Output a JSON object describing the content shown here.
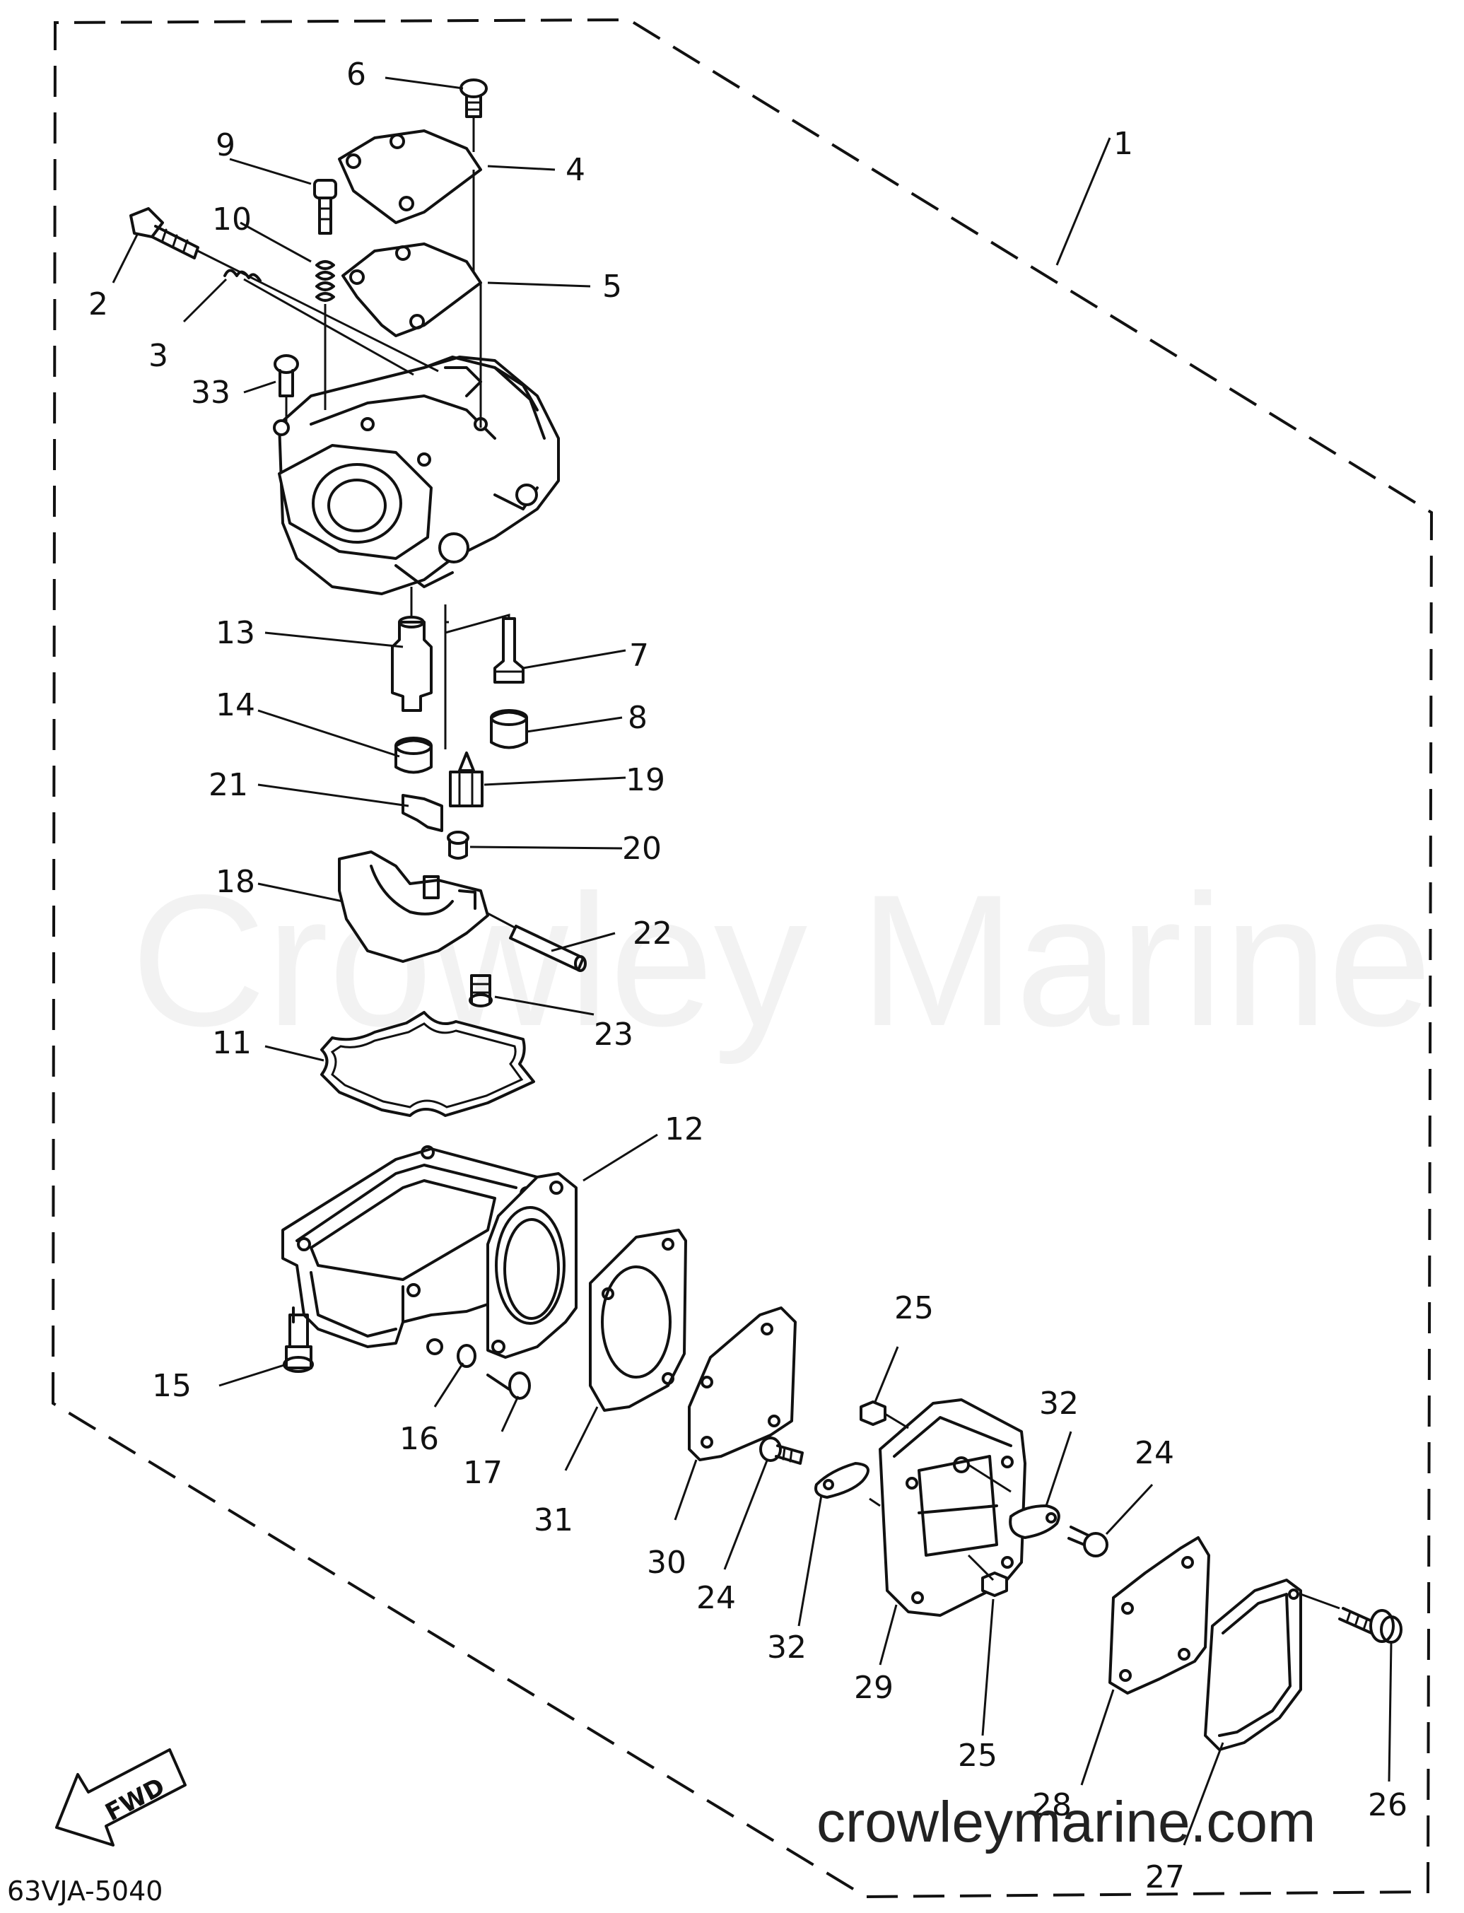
{
  "diagram": {
    "watermark": "Crowley Marine",
    "site_url": "crowleymarine.com",
    "diagram_code": "63VJA-5040",
    "fwd_label": "FWD",
    "part_labels": [
      "1",
      "2",
      "3",
      "4",
      "5",
      "6",
      "7",
      "8",
      "9",
      "10",
      "11",
      "12",
      "13",
      "14",
      "15",
      "16",
      "17",
      "18",
      "19",
      "20",
      "21",
      "22",
      "23",
      "24",
      "24",
      "24",
      "25",
      "25",
      "25",
      "26",
      "27",
      "28",
      "29",
      "30",
      "31",
      "32",
      "32",
      "33"
    ]
  }
}
